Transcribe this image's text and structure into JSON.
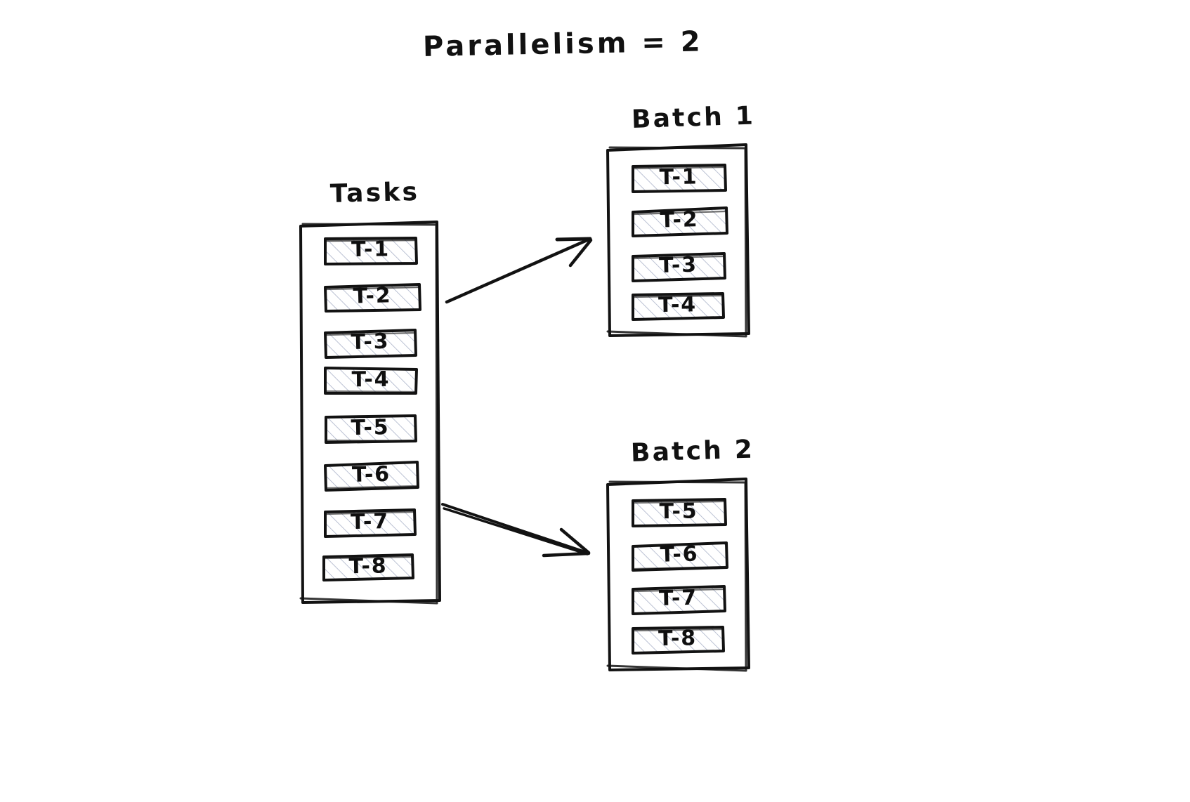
{
  "diagram": {
    "title": "Parallelism = 2",
    "style": "hand-drawn sketch",
    "ink_color": "#121212",
    "hatch_color": "#aab2c8",
    "background": "#ffffff"
  },
  "source": {
    "label": "Tasks",
    "tasks": [
      {
        "label": "T-1"
      },
      {
        "label": "T-2"
      },
      {
        "label": "T-3"
      },
      {
        "label": "T-4"
      },
      {
        "label": "T-5"
      },
      {
        "label": "T-6"
      },
      {
        "label": "T-7"
      },
      {
        "label": "T-8"
      }
    ]
  },
  "batches": [
    {
      "label": "Batch 1",
      "tasks": [
        {
          "label": "T-1"
        },
        {
          "label": "T-2"
        },
        {
          "label": "T-3"
        },
        {
          "label": "T-4"
        }
      ]
    },
    {
      "label": "Batch 2",
      "tasks": [
        {
          "label": "T-5"
        },
        {
          "label": "T-6"
        },
        {
          "label": "T-7"
        },
        {
          "label": "T-8"
        }
      ]
    }
  ],
  "arrows": [
    {
      "name": "tasks-to-batch-1",
      "direction": "up-right"
    },
    {
      "name": "tasks-to-batch-2",
      "direction": "down-right"
    }
  ]
}
